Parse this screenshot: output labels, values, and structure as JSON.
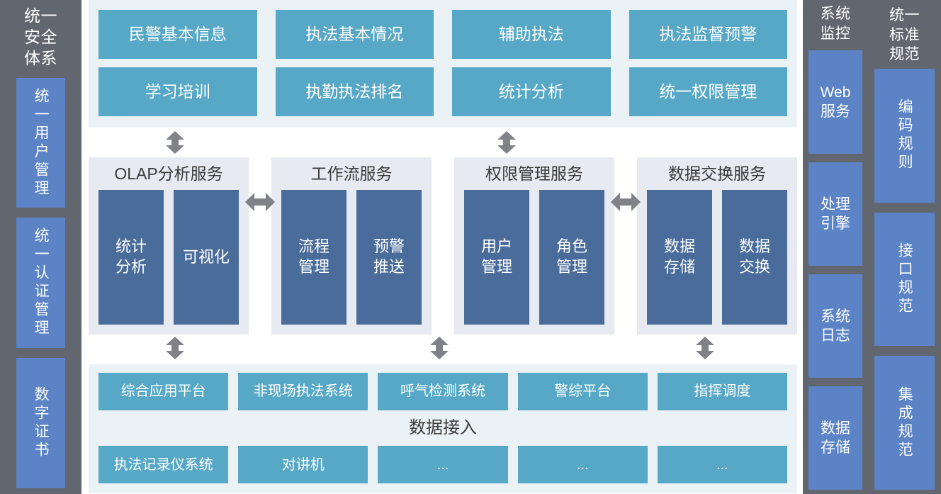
{
  "colors": {
    "teal": "#56a8c6",
    "navy": "#4a6c9b",
    "sidebar_gray": "#62666f",
    "sidebar_blue": "#5b83c5",
    "panel_app_bg": "#eaf2f5",
    "panel_service_bg": "#e7eaf1",
    "arrow_gray": "#808287"
  },
  "left_column": {
    "title": "统一\n安全\n体系",
    "items": [
      {
        "label": "统一用户管理"
      },
      {
        "label": "统一认证管理"
      },
      {
        "label": "数字证书"
      }
    ]
  },
  "application_layer": {
    "rows": [
      [
        {
          "label": "民警基本信息"
        },
        {
          "label": "执法基本情况"
        },
        {
          "label": "辅助执法"
        },
        {
          "label": "执法监督预警"
        }
      ],
      [
        {
          "label": "学习培训"
        },
        {
          "label": "执勤执法排名"
        },
        {
          "label": "统计分析"
        },
        {
          "label": "统一权限管理"
        }
      ]
    ]
  },
  "service_layer": {
    "panels": [
      {
        "title": "OLAP分析服务",
        "boxes": [
          {
            "label": "统计\n分析"
          },
          {
            "label": "可视化"
          }
        ]
      },
      {
        "title": "工作流服务",
        "boxes": [
          {
            "label": "流程\n管理"
          },
          {
            "label": "预警\n推送"
          }
        ]
      },
      {
        "title": "权限管理服务",
        "boxes": [
          {
            "label": "用户\n管理"
          },
          {
            "label": "角色\n管理"
          }
        ]
      },
      {
        "title": "数据交换服务",
        "boxes": [
          {
            "label": "数据\n存储"
          },
          {
            "label": "数据\n交换"
          }
        ]
      }
    ]
  },
  "data_layer": {
    "caption": "数据接入",
    "top_row": [
      {
        "label": "综合应用平台"
      },
      {
        "label": "非现场执法系统"
      },
      {
        "label": "呼气检测系统"
      },
      {
        "label": "警综平台"
      },
      {
        "label": "指挥调度"
      }
    ],
    "bottom_row": [
      {
        "label": "执法记录仪系统"
      },
      {
        "label": "对讲机"
      },
      {
        "label": "..."
      },
      {
        "label": "..."
      },
      {
        "label": "..."
      }
    ]
  },
  "monitor_column": {
    "title": "系统\n监控",
    "items": [
      {
        "label": "Web\n服务"
      },
      {
        "label": "处理\n引擎"
      },
      {
        "label": "系统\n日志"
      },
      {
        "label": "数据\n存储"
      }
    ]
  },
  "standard_column": {
    "title": "统一\n标准\n规范",
    "items": [
      {
        "label": "编码规则"
      },
      {
        "label": "接口规范"
      },
      {
        "label": "集成规范"
      }
    ]
  }
}
